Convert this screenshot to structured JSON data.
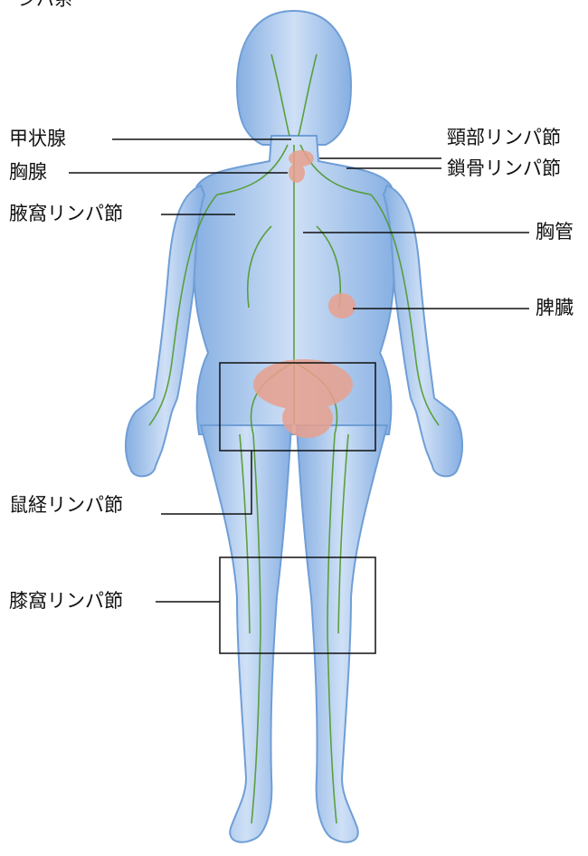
{
  "top_fragment": "ンパ系",
  "labels": {
    "thyroid": "甲状腺",
    "thymus": "胸腺",
    "axillary": "腋窩リンパ節",
    "cervical": "頸部リンパ節",
    "clavicular": "鎖骨リンパ節",
    "thoracic_duct": "胸管",
    "spleen": "脾臓",
    "inguinal": "鼠経リンパ節",
    "popliteal": "膝窩リンパ節"
  },
  "colors": {
    "body_fill": "#a9c6ea",
    "body_stroke": "#6f9ed6",
    "lymph": "#4f9a2a",
    "organ": "#e8a08e",
    "line": "#111111"
  }
}
